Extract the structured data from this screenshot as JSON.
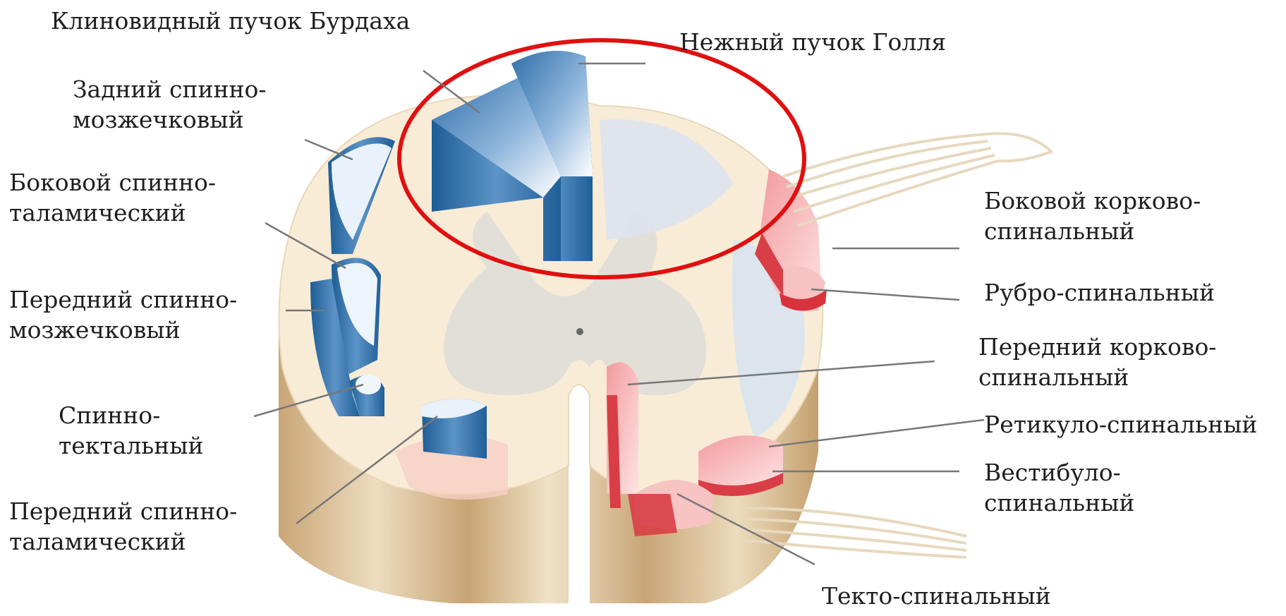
{
  "labels": {
    "burdach": "Клиновидный пучок Бурдаха",
    "goll": "Нежный пучок Голля",
    "post_spinocerebellar": [
      "Задний спинно-",
      "мозжечковый"
    ],
    "lat_spinothalamic": [
      "Боковой спинно-",
      "таламический"
    ],
    "ant_spinocerebellar": [
      "Передний спинно-",
      "мозжечковый"
    ],
    "spinotectal": [
      "Спинно-",
      "тектальный"
    ],
    "ant_spinothalamic": [
      "Передний спинно-",
      "таламический"
    ],
    "lat_corticospinal": [
      "Боковой корково-",
      "спинальный"
    ],
    "rubrospinal": "Рубро-спинальный",
    "ant_corticospinal": [
      "Передний корково-",
      "спинальный"
    ],
    "reticulospinal": "Ретикуло-спинальный",
    "vestibulospinal": [
      "Вестибуло-",
      "спинальный"
    ],
    "tectospinal": "Текто-спинальный"
  },
  "colors": {
    "ascending": "#4f86bd",
    "descending": "#e0545a",
    "highlight_ring": "#e01010",
    "white_matter": "#f7ead3",
    "grey_matter": "#dcdcd6",
    "side_wall": "#d8b98a"
  }
}
